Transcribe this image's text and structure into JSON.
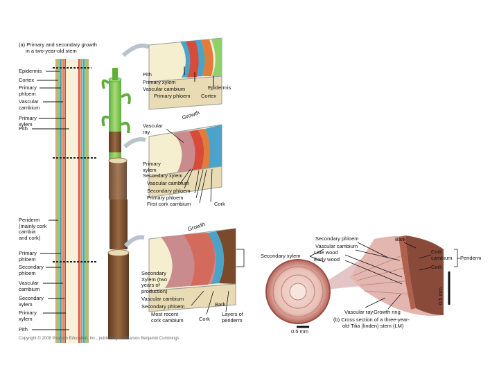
{
  "colors": {
    "epidermis": "#8fd06a",
    "cortex": "#f2e3b0",
    "phloem": "#4aa3c9",
    "cambium": "#e27c3a",
    "xylem": "#d84b3a",
    "pith": "#f6efcf",
    "bark": "#7a4a2a",
    "tissue": "#c98b8e"
  },
  "part_a": {
    "title_line1": "(a) Primary and secondary growth",
    "title_line2": "in a two-year-old stem",
    "left_labels": {
      "epidermis": "Epidermis",
      "cortex": "Cortex",
      "primary_phloem": "Primary\nphloem",
      "vascular_cambium": "Vascular\ncambium",
      "primary_xylem": "Primary\nxylem",
      "pith": "Pith",
      "periderm": "Periderm\n(mainly cork\ncambia\nand cork)",
      "primary_phloem_2": "Primary\nphloem",
      "secondary_phloem": "Secondary\nphloem",
      "vascular_cambium_2": "Vascular\ncambium",
      "secondary_xylem": "Secondary\nxylem",
      "primary_xylem_2": "Primary\nxylem",
      "pith_2": "Pith"
    },
    "diagram1": {
      "pith": "Pith",
      "primary_xylem": "Primary xylem",
      "vascular_cambium": "Vascular cambium",
      "epidermis": "Epidermis",
      "primary_phloem": "Primary phloem",
      "cortex": "Cortex"
    },
    "diagram2": {
      "growth": "Growth",
      "vascular_ray": "Vascular\nray",
      "primary_xylem": "Primary\nxylem",
      "secondary_xylem": "Secondary xylem",
      "vascular_cambium": "Vascular cambium",
      "secondary_phloem": "Secondary phloem",
      "primary_phloem": "Primary phloem",
      "first_cork_cambium": "First cork cambium",
      "cork": "Cork"
    },
    "diagram3": {
      "growth": "Growth",
      "secondary_xylem_two_years": "Secondary\nXylem (two\nyears of\nproduction)",
      "vascular_cambium": "Vascular cambium",
      "secondary_phloem": "Secondary phloem",
      "bark": "Bark",
      "most_recent_cork_cambium": "Most recent\ncork cambium",
      "cork": "Cork",
      "layers_of_periderm": "Layers of\nperiderm"
    }
  },
  "part_b": {
    "secondary_phloem": "Secondary phloem",
    "vascular_cambium": "Vascular cambium",
    "bark": "Bark",
    "secondary_xylem": "Secondary xylem",
    "late_wood": "Late wood",
    "early_wood": "Early wood",
    "cork_cambium": "Cork\ncambium",
    "periderm": "Periderm",
    "cork": "Cork",
    "scale_vertical": "0.5 mm",
    "vascular_ray": "Vascular ray",
    "growth_ring": "Growth ring",
    "caption_line1": "(b) Cross section of a three-year-",
    "caption_line2": "old Tilia (linden) stem (LM)",
    "scale_horizontal": "0.5 mm"
  },
  "copyright": "Copyright © 2008 Pearson Education, Inc., publishing as Pearson Benjamin Cummings"
}
